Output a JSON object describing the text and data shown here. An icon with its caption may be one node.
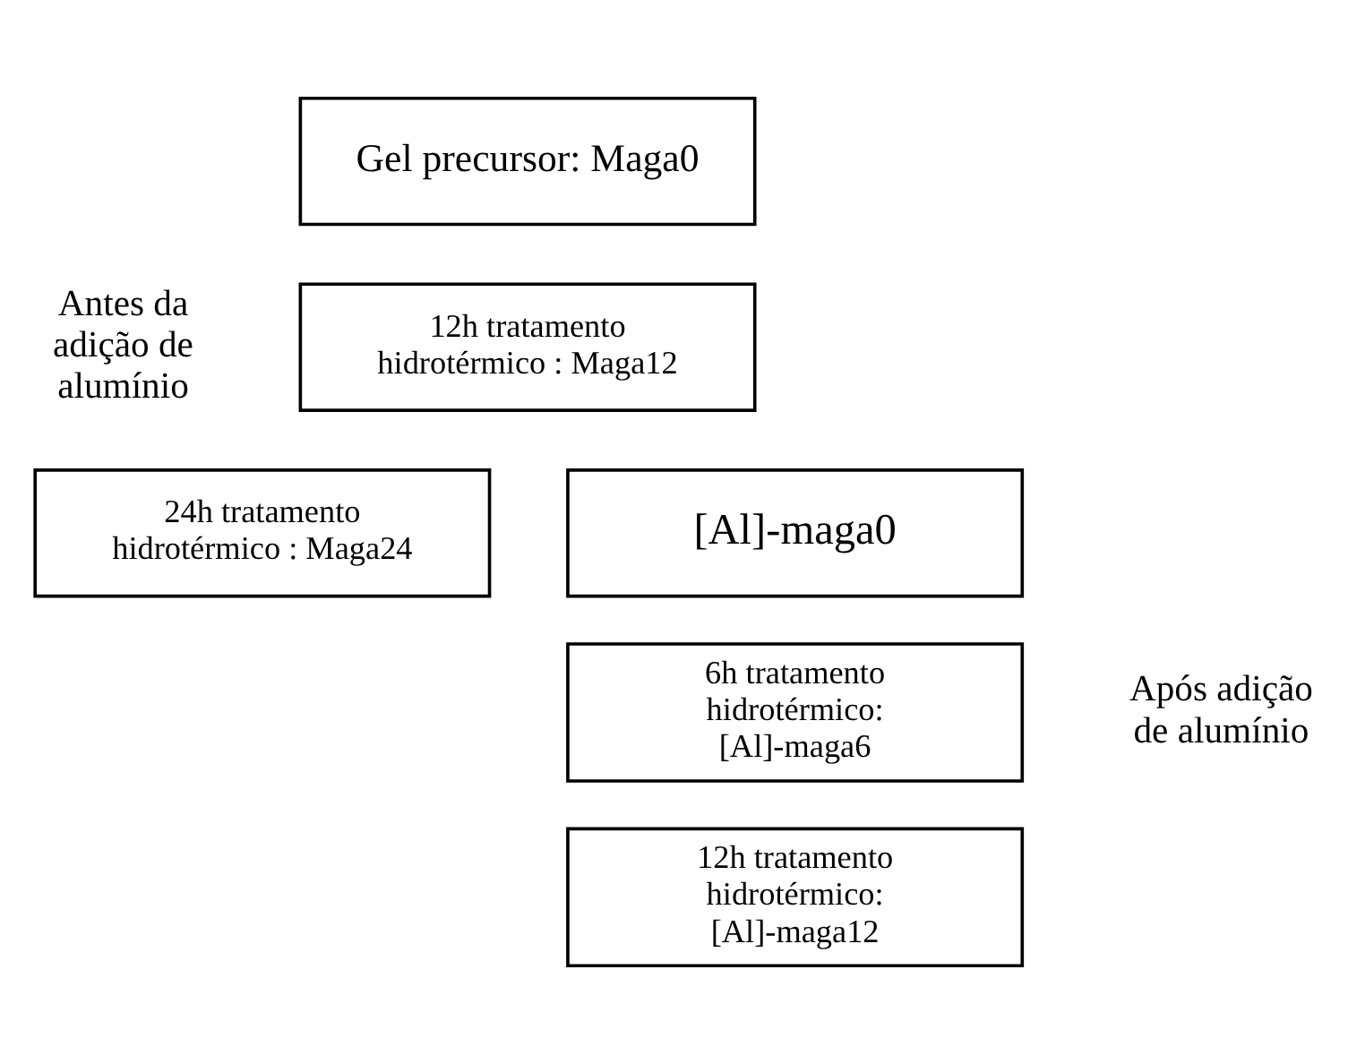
{
  "diagram": {
    "nodes": [
      {
        "text": [
          "Gel precursor: Maga0"
        ]
      },
      {
        "text": [
          "12h tratamento hidrotérmico : Maga12"
        ]
      },
      {
        "text": [
          "24h tratamento hidrotérmico : Maga24"
        ]
      },
      {
        "text": [
          "[Al]-maga0"
        ]
      },
      {
        "text": [
          "6h tratamento hidrotérmico: [Al]-maga6"
        ]
      },
      {
        "text": [
          "12h tratamento hidrotérmico: [Al]-maga12"
        ]
      }
    ],
    "edges": [],
    "labels": [
      "Antes da adição de alumínio",
      "Após adição de alumínio"
    ]
  }
}
